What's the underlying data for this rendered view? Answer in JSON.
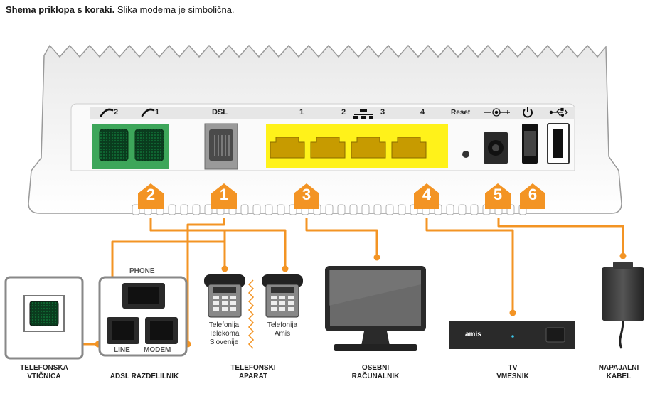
{
  "heading": {
    "bold": "Shema priklopa s koraki.",
    "rest": "Slika modema je simbolična."
  },
  "modem_ports": {
    "phone2": "2",
    "phone1": "1",
    "dsl": "DSL",
    "lan1": "1",
    "lan2": "2",
    "lan3": "3",
    "lan4": "4",
    "reset": "Reset"
  },
  "steps": [
    "2",
    "1",
    "3",
    "4",
    "5",
    "6"
  ],
  "splitter": {
    "phone": "PHONE",
    "line": "LINE",
    "modem": "MODEM"
  },
  "phones": {
    "left": [
      "Telefonija",
      "Telekoma",
      "Slovenije"
    ],
    "right": [
      "Telefonija",
      "Amis"
    ]
  },
  "stb_brand": "amis",
  "bottom_labels": {
    "socket": [
      "TELEFONSKA",
      "VTIČNICA"
    ],
    "splitter": [
      "ADSL RAZDELILNIK"
    ],
    "phone": [
      "TELEFONSKI",
      "APARAT"
    ],
    "pc": [
      "OSEBNI",
      "RAČUNALNIK"
    ],
    "stb": [
      "TV",
      "VMESNIK"
    ],
    "power": [
      "NAPAJALNI",
      "KABEL"
    ]
  },
  "colors": {
    "orange": "#f39424",
    "green": "#3da65a",
    "yellow": "#fff21a",
    "cable": "#f39424"
  },
  "icons": [
    "phone-handset-icon",
    "network-icon",
    "power-jack-icon",
    "power-button-icon",
    "usb-icon"
  ]
}
